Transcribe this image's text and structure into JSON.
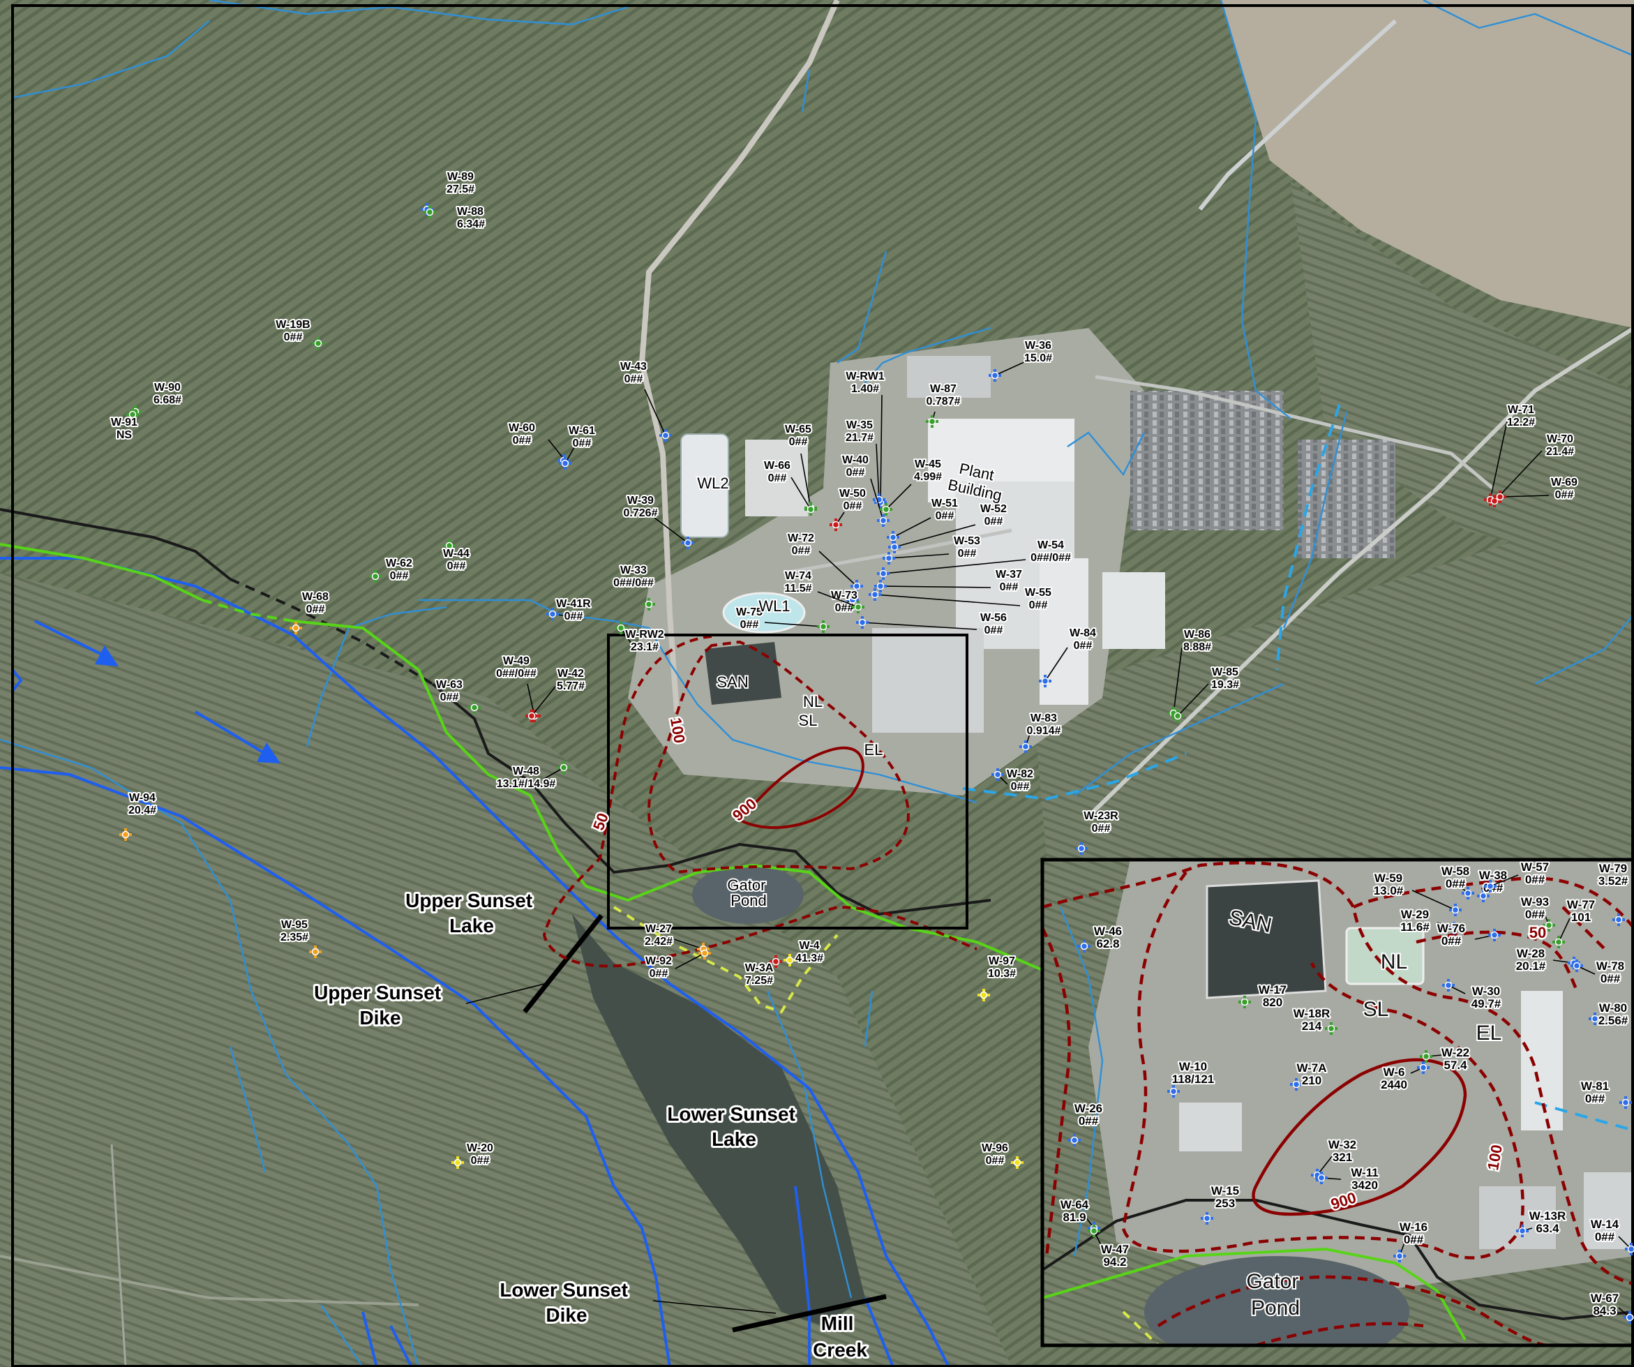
{
  "colors": {
    "bedrock_contour": "#8b0000",
    "stream": "#2f8fd6",
    "lake_shore": "#1f5ff0",
    "green_line": "#58d418",
    "black_line": "#1a1a1a",
    "yellow_dash": "#d8e84a",
    "well_blue": "#2f6ee8",
    "well_green": "#3a9e2e",
    "well_red": "#c81a1a",
    "well_orange": "#f2a020",
    "well_yellow": "#f0e020"
  },
  "features": {
    "upper_sunset_lake": [
      "Upper Sunset",
      "Lake"
    ],
    "upper_sunset_dike": [
      "Upper Sunset",
      "Dike"
    ],
    "lower_sunset_lake": [
      "Lower Sunset",
      "Lake"
    ],
    "lower_sunset_dike": [
      "Lower Sunset",
      "Dike"
    ],
    "mill_creek": [
      "Mill",
      "Creek"
    ],
    "plant_building": [
      "Plant",
      "Building"
    ],
    "wl1": "WL1",
    "wl2": "WL2",
    "gator_pond": [
      "Gator",
      "Pond"
    ],
    "san": "SAN",
    "nl": "NL",
    "sl": "SL",
    "el": "EL"
  },
  "contour_labels": {
    "c50": "50",
    "c100": "100",
    "c900": "900"
  },
  "wells_main": [
    {
      "name": "W-89",
      "value": "27.5#",
      "color": "blue"
    },
    {
      "name": "W-88",
      "value": "6.34#",
      "color": "green"
    },
    {
      "name": "W-19B",
      "value": "0##",
      "color": "green"
    },
    {
      "name": "W-90",
      "value": "6.68#",
      "color": "green"
    },
    {
      "name": "W-91",
      "value": "NS",
      "color": "green"
    },
    {
      "name": "W-60",
      "value": "0##",
      "color": "blue"
    },
    {
      "name": "W-61",
      "value": "0##",
      "color": "blue"
    },
    {
      "name": "W-43",
      "value": "0##",
      "color": "blue"
    },
    {
      "name": "W-39",
      "value": "0.726#",
      "color": "blue"
    },
    {
      "name": "W-65",
      "value": "0##",
      "color": "green"
    },
    {
      "name": "W-66",
      "value": "0##",
      "color": "green"
    },
    {
      "name": "W-RW1",
      "value": "1.40#",
      "color": "blue"
    },
    {
      "name": "W-87",
      "value": "0.787#",
      "color": "green"
    },
    {
      "name": "W-35",
      "value": "21.7#",
      "color": "blue"
    },
    {
      "name": "W-40",
      "value": "0##",
      "color": "blue"
    },
    {
      "name": "W-45",
      "value": "4.99#",
      "color": "green"
    },
    {
      "name": "W-50",
      "value": "0##",
      "color": "red"
    },
    {
      "name": "W-51",
      "value": "0##",
      "color": "blue"
    },
    {
      "name": "W-52",
      "value": "0##",
      "color": "blue"
    },
    {
      "name": "W-53",
      "value": "0##",
      "color": "blue"
    },
    {
      "name": "W-54",
      "value": "0##/0##",
      "color": "blue"
    },
    {
      "name": "W-37",
      "value": "0##",
      "color": "blue"
    },
    {
      "name": "W-55",
      "value": "0##",
      "color": "blue"
    },
    {
      "name": "W-56",
      "value": "0##",
      "color": "blue"
    },
    {
      "name": "W-72",
      "value": "0##",
      "color": "blue"
    },
    {
      "name": "W-73",
      "value": "0##",
      "color": "blue"
    },
    {
      "name": "W-74",
      "value": "11.5#",
      "color": "green"
    },
    {
      "name": "W-75",
      "value": "0##",
      "color": "green"
    },
    {
      "name": "W-36",
      "value": "15.0#",
      "color": "blue"
    },
    {
      "name": "W-33",
      "value": "0##/0##",
      "color": "green"
    },
    {
      "name": "W-41R",
      "value": "0##",
      "color": "blue"
    },
    {
      "name": "W-RW2",
      "value": "23.1#",
      "color": "green"
    },
    {
      "name": "W-62",
      "value": "0##",
      "color": "green"
    },
    {
      "name": "W-44",
      "value": "0##",
      "color": "green"
    },
    {
      "name": "W-68",
      "value": "0##",
      "color": "orange"
    },
    {
      "name": "W-49",
      "value": "0##/0##",
      "color": "red"
    },
    {
      "name": "W-42",
      "value": "5.77#",
      "color": "red"
    },
    {
      "name": "W-63",
      "value": "0##",
      "color": "green"
    },
    {
      "name": "W-48",
      "value": "13.1#/14.9#",
      "color": "green"
    },
    {
      "name": "W-94",
      "value": "20.4#",
      "color": "orange"
    },
    {
      "name": "W-95",
      "value": "2.35#",
      "color": "orange"
    },
    {
      "name": "W-27",
      "value": "2.42#",
      "color": "orange"
    },
    {
      "name": "W-92",
      "value": "0##",
      "color": "orange"
    },
    {
      "name": "W-4",
      "value": "41.3#",
      "color": "yellow"
    },
    {
      "name": "W-3A",
      "value": "7.25#",
      "color": "red"
    },
    {
      "name": "W-97",
      "value": "10.3#",
      "color": "yellow"
    },
    {
      "name": "W-20",
      "value": "0##",
      "color": "yellow"
    },
    {
      "name": "W-96",
      "value": "0##",
      "color": "yellow"
    },
    {
      "name": "W-84",
      "value": "0##",
      "color": "blue"
    },
    {
      "name": "W-83",
      "value": "0.914#",
      "color": "blue"
    },
    {
      "name": "W-82",
      "value": "0##",
      "color": "blue"
    },
    {
      "name": "W-86",
      "value": "8.88#",
      "color": "green"
    },
    {
      "name": "W-85",
      "value": "19.3#",
      "color": "green"
    },
    {
      "name": "W-23R",
      "value": "0##",
      "color": "blue"
    },
    {
      "name": "W-71",
      "value": "12.2#",
      "color": "red"
    },
    {
      "name": "W-70",
      "value": "21.4#",
      "color": "red"
    },
    {
      "name": "W-69",
      "value": "0##",
      "color": "red"
    }
  ],
  "wells_inset": [
    {
      "name": "W-59",
      "value": "13.0#",
      "color": "blue"
    },
    {
      "name": "W-58",
      "value": "0##",
      "color": "blue"
    },
    {
      "name": "W-38",
      "value": "0##",
      "color": "blue"
    },
    {
      "name": "W-57",
      "value": "0##",
      "color": "blue"
    },
    {
      "name": "W-79",
      "value": "3.52#",
      "color": "blue"
    },
    {
      "name": "W-29",
      "value": "11.6#",
      "color": "blue"
    },
    {
      "name": "W-76",
      "value": "0##",
      "color": "blue"
    },
    {
      "name": "W-93",
      "value": "0##",
      "color": "green"
    },
    {
      "name": "W-77",
      "value": "101",
      "color": "green"
    },
    {
      "name": "W-28",
      "value": "20.1#",
      "color": "blue"
    },
    {
      "name": "W-78",
      "value": "0##",
      "color": "blue"
    },
    {
      "name": "W-46",
      "value": "62.8",
      "color": "blue"
    },
    {
      "name": "W-17",
      "value": "820",
      "color": "green"
    },
    {
      "name": "W-18R",
      "value": "214",
      "color": "green"
    },
    {
      "name": "W-30",
      "value": "49.7#",
      "color": "blue"
    },
    {
      "name": "W-80",
      "value": "2.56#",
      "color": "blue"
    },
    {
      "name": "W-10",
      "value": "118/121",
      "color": "blue"
    },
    {
      "name": "W-7A",
      "value": "210",
      "color": "blue"
    },
    {
      "name": "W-6",
      "value": "2440",
      "color": "blue"
    },
    {
      "name": "W-22",
      "value": "57.4",
      "color": "green"
    },
    {
      "name": "W-81",
      "value": "0##",
      "color": "blue"
    },
    {
      "name": "W-26",
      "value": "0##",
      "color": "blue"
    },
    {
      "name": "W-32",
      "value": "321",
      "color": "blue"
    },
    {
      "name": "W-11",
      "value": "3420",
      "color": "blue"
    },
    {
      "name": "W-15",
      "value": "253",
      "color": "blue"
    },
    {
      "name": "W-64",
      "value": "81.9",
      "color": "blue"
    },
    {
      "name": "W-47",
      "value": "94.2",
      "color": "green"
    },
    {
      "name": "W-16",
      "value": "0##",
      "color": "blue"
    },
    {
      "name": "W-13R",
      "value": "63.4",
      "color": "blue"
    },
    {
      "name": "W-14",
      "value": "0##",
      "color": "blue"
    },
    {
      "name": "W-67",
      "value": "84.3",
      "color": "blue"
    }
  ]
}
